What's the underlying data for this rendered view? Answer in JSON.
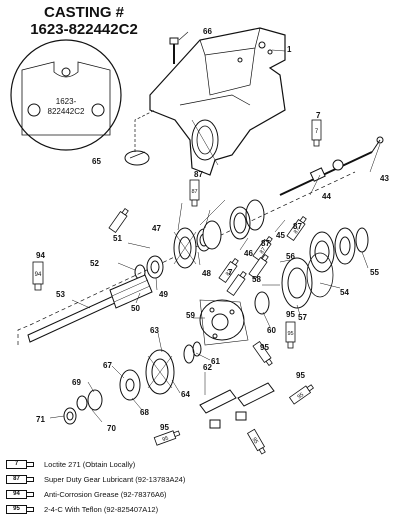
{
  "header": {
    "line1": "CASTING #",
    "line2": "1623-822442C2"
  },
  "inset": {
    "line1": "1623-",
    "line2": "822442C2"
  },
  "callouts": [
    "66",
    "1",
    "7",
    "43",
    "65",
    "87",
    "44",
    "47",
    "51",
    "46",
    "87",
    "45",
    "52",
    "48",
    "94",
    "56",
    "49",
    "87",
    "7",
    "58",
    "55",
    "53",
    "50",
    "54",
    "59",
    "60",
    "57",
    "63",
    "61",
    "95",
    "67",
    "62",
    "95",
    "69",
    "64",
    "95",
    "68",
    "71",
    "70",
    "95"
  ],
  "tube_codes": {
    "t7a": "7",
    "t87a": "87",
    "t87b": "87",
    "t87c": "87",
    "t87d": "87",
    "t94": "94",
    "t95a": "95",
    "t95b": "95",
    "t95c": "95",
    "t95d": "95",
    "t7b": "7"
  },
  "legend": [
    {
      "code": "7",
      "text": "Loctite 271 (Obtain Locally)"
    },
    {
      "code": "87",
      "text": "Super Duty Gear Lubricant (92-13783A24)"
    },
    {
      "code": "94",
      "text": "Anti-Corrosion Grease (92-78376A6)"
    },
    {
      "code": "95",
      "text": "2-4-C  With Teflon (92-825407A12)"
    }
  ]
}
